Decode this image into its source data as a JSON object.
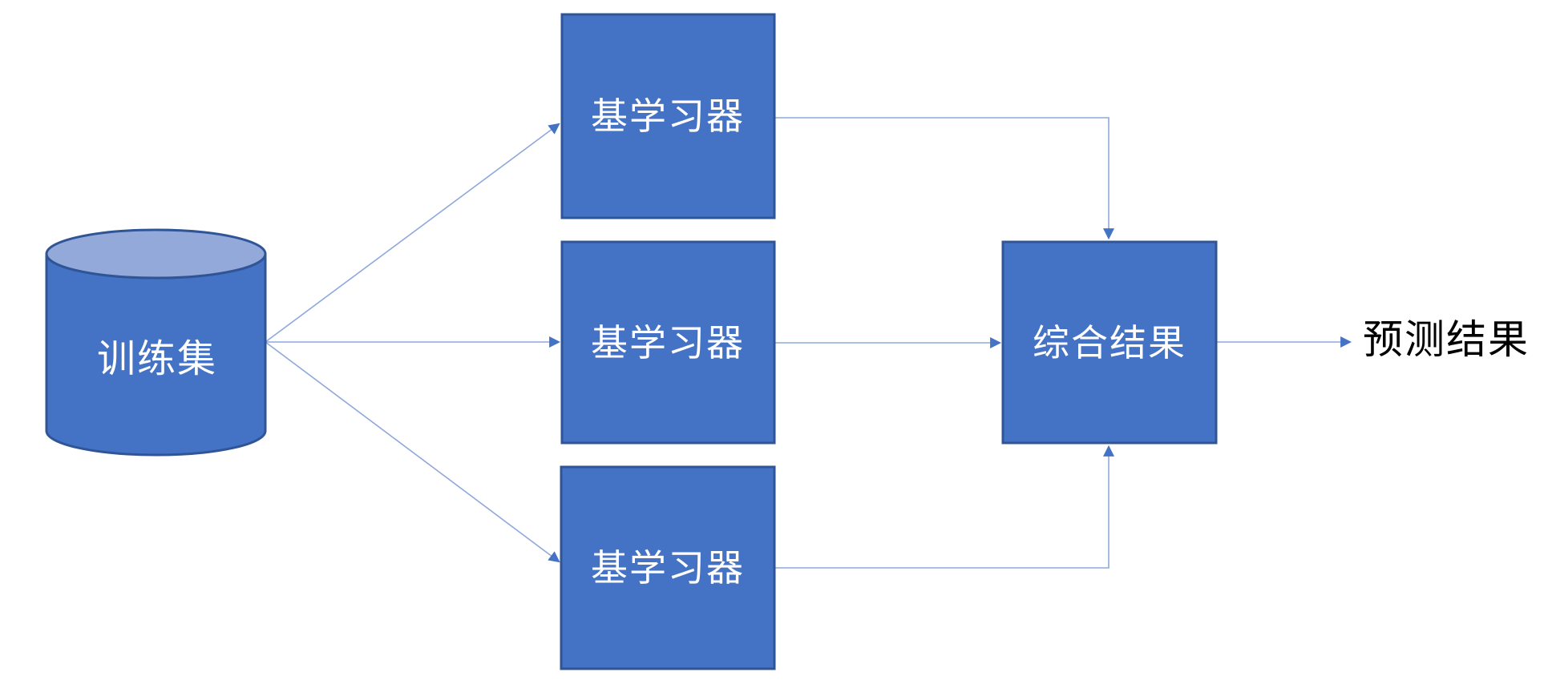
{
  "diagram": {
    "title": "ensemble-learning-flow",
    "background": "#ffffff",
    "colors": {
      "node_fill": "#4472C4",
      "node_border": "#2F5597",
      "cylinder_top_fill": "#93A9D9",
      "connector_line": "#8FA8DC",
      "arrowhead": "#4472C4",
      "node_text": "#ffffff",
      "output_text": "#000000"
    },
    "nodes": [
      {
        "id": "training-set",
        "shape": "cylinder",
        "label": "训练集"
      },
      {
        "id": "base-learner-1",
        "shape": "rect",
        "label": "基学习器"
      },
      {
        "id": "base-learner-2",
        "shape": "rect",
        "label": "基学习器"
      },
      {
        "id": "base-learner-3",
        "shape": "rect",
        "label": "基学习器"
      },
      {
        "id": "aggregate-result",
        "shape": "rect",
        "label": "综合结果"
      },
      {
        "id": "prediction-result",
        "shape": "text",
        "label": "预测结果"
      }
    ],
    "edges": [
      {
        "from": "training-set",
        "to": "base-learner-1"
      },
      {
        "from": "training-set",
        "to": "base-learner-2"
      },
      {
        "from": "training-set",
        "to": "base-learner-3"
      },
      {
        "from": "base-learner-1",
        "to": "aggregate-result"
      },
      {
        "from": "base-learner-2",
        "to": "aggregate-result"
      },
      {
        "from": "base-learner-3",
        "to": "aggregate-result"
      },
      {
        "from": "aggregate-result",
        "to": "prediction-result"
      }
    ]
  }
}
